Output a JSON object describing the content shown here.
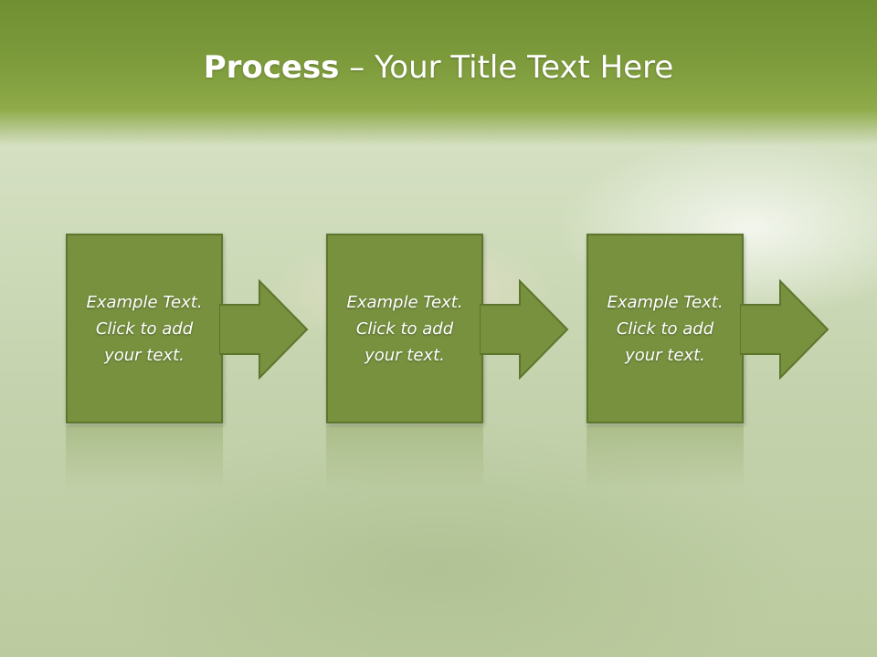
{
  "slide": {
    "title_bold": "Process",
    "title_rest": " – Your Title Text Here",
    "steps": [
      {
        "line1": "Example Text.",
        "line2": "Click  to add",
        "line3": "your text."
      },
      {
        "line1": "Example Text.",
        "line2": "Click  to add",
        "line3": "your text."
      },
      {
        "line1": "Example Text.",
        "line2": "Click  to add",
        "line3": "your text."
      }
    ]
  },
  "colors": {
    "header": "#7e9c3c",
    "box_fill": "#77913f",
    "box_border": "#5d752c",
    "text": "#ffffff"
  },
  "icons": [
    "right-arrow-icon"
  ]
}
